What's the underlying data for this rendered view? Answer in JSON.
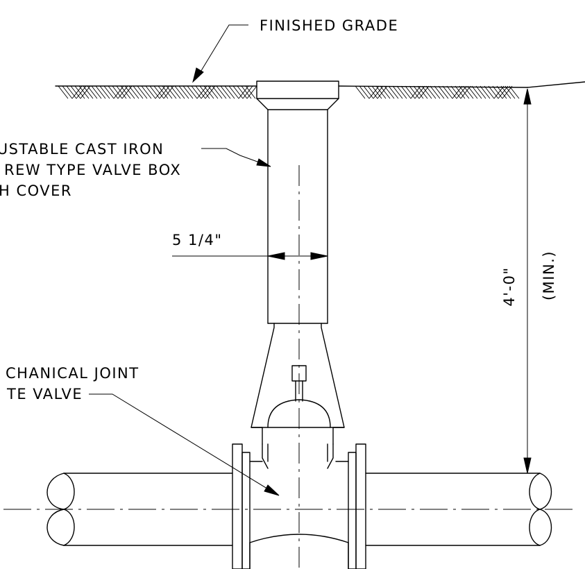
{
  "labels": {
    "finished_grade": "FINISHED GRADE",
    "valve_box_line1": "JUSTABLE CAST IRON",
    "valve_box_line2": "REW TYPE VALVE BOX",
    "valve_box_line3": "H COVER",
    "width_dim": "5 1/4\"",
    "depth_dim": "4'-0\"",
    "depth_note": "(MIN.)",
    "gate_valve_line1": "CHANICAL JOINT",
    "gate_valve_line2": "TE VALVE"
  }
}
